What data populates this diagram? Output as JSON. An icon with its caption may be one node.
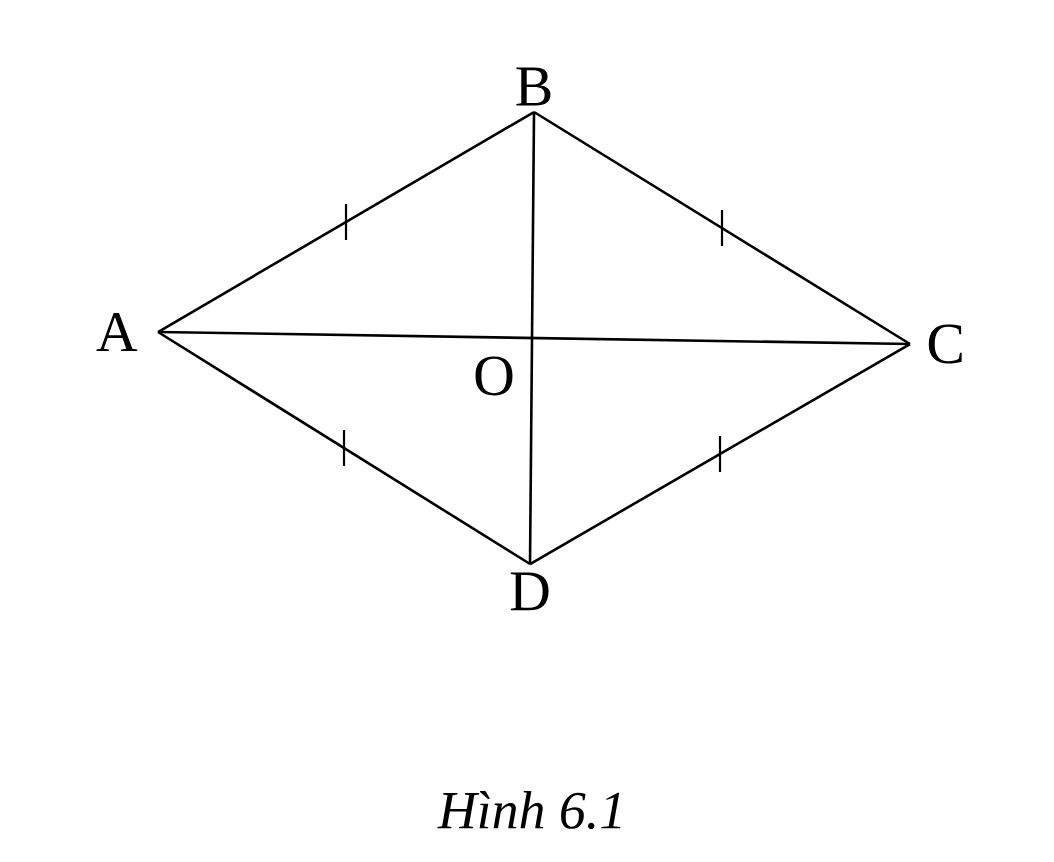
{
  "diagram": {
    "caption": "Hình 6.1",
    "nodes": [
      {
        "text": [
          "A"
        ]
      },
      {
        "text": [
          "B"
        ]
      },
      {
        "text": [
          "C"
        ]
      },
      {
        "text": [
          "D"
        ]
      }
    ],
    "edges": [
      {
        "from": 0,
        "to": 1,
        "arrow": "none"
      },
      {
        "from": 1,
        "to": 2,
        "arrow": "none"
      },
      {
        "from": 2,
        "to": 3,
        "arrow": "none"
      },
      {
        "from": 3,
        "to": 0,
        "arrow": "none"
      },
      {
        "from": 0,
        "to": 2,
        "arrow": "none"
      },
      {
        "from": 1,
        "to": 3,
        "arrow": "none"
      }
    ],
    "labels": [
      "O"
    ]
  }
}
